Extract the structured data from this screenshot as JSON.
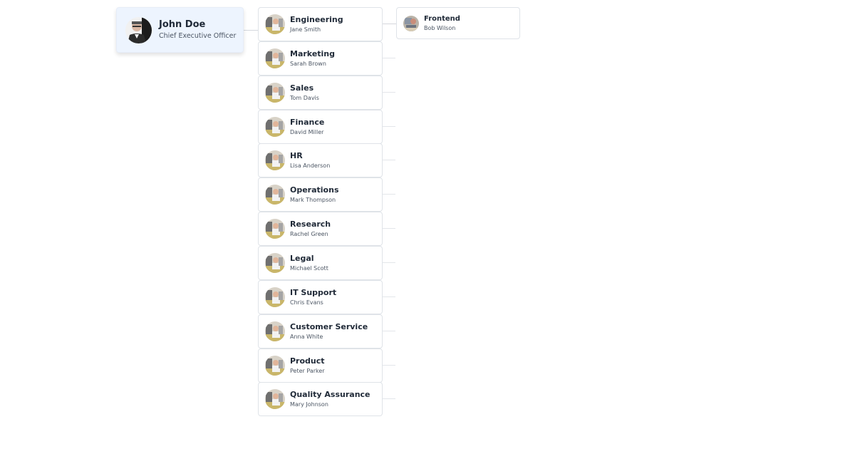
{
  "root": {
    "name": "John Doe",
    "role": "Chief Executive Officer",
    "avatar_icon": "person-avatar-icon"
  },
  "departments": [
    {
      "name": "Engineering",
      "head": "Jane Smith"
    },
    {
      "name": "Marketing",
      "head": "Sarah Brown"
    },
    {
      "name": "Sales",
      "head": "Tom Davis"
    },
    {
      "name": "Finance",
      "head": "David Miller"
    },
    {
      "name": "HR",
      "head": "Lisa Anderson"
    },
    {
      "name": "Operations",
      "head": "Mark Thompson"
    },
    {
      "name": "Research",
      "head": "Rachel Green"
    },
    {
      "name": "Legal",
      "head": "Michael Scott"
    },
    {
      "name": "IT Support",
      "head": "Chris Evans"
    },
    {
      "name": "Customer Service",
      "head": "Anna White"
    },
    {
      "name": "Product",
      "head": "Peter Parker"
    },
    {
      "name": "Quality Assurance",
      "head": "Mary Johnson"
    }
  ],
  "teams": [
    {
      "name": "Frontend",
      "lead": "Bob Wilson"
    }
  ],
  "colors": {
    "root_card_bg": "#edf4fe",
    "card_border": "#dfe3e8",
    "connector": "#d4d7dd",
    "title_text": "#1f2937",
    "subtitle_text": "#4b5563"
  }
}
